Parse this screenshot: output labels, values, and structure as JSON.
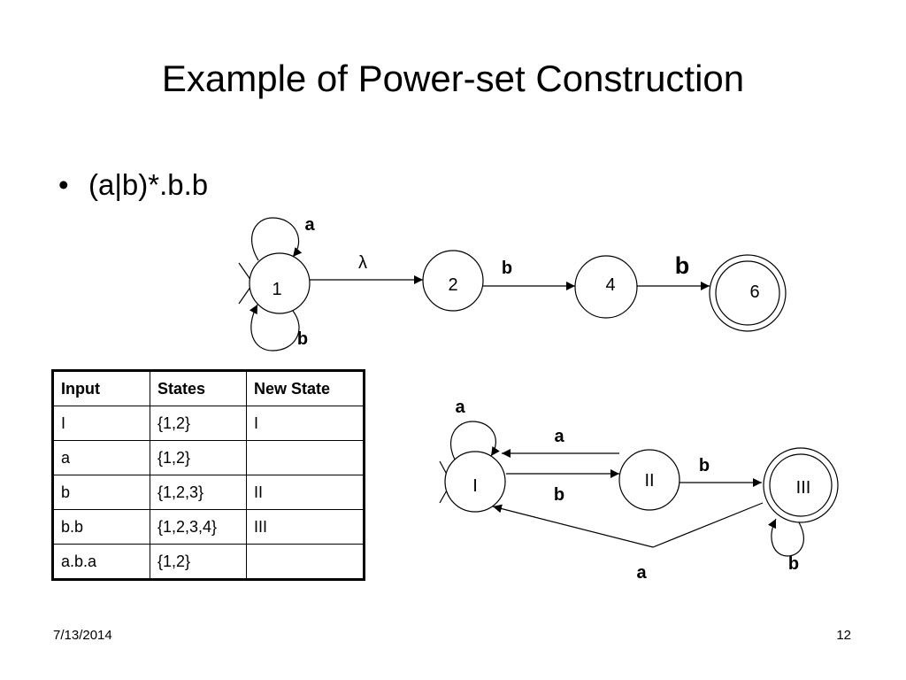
{
  "slide": {
    "title": "Example of Power-set Construction",
    "bullet": "(a|b)*.b.b",
    "footer_date": "7/13/2014",
    "page_number": "12"
  },
  "nfa": {
    "states": [
      "1",
      "2",
      "4",
      "6"
    ],
    "labels": {
      "loop_top": "a",
      "loop_bottom": "b",
      "t_1_2": "λ",
      "t_2_4": "b",
      "t_4_6": "b"
    }
  },
  "dfa": {
    "states": [
      "I",
      "II",
      "III"
    ],
    "labels": {
      "loop_I": "a",
      "II_to_I": "a",
      "I_to_II": "b",
      "II_to_III": "b",
      "III_to_I": "a",
      "loop_III": "b"
    }
  },
  "table": {
    "headers": [
      "Input",
      "States",
      "New State"
    ],
    "rows": [
      [
        "I",
        "{1,2}",
        "I"
      ],
      [
        "a",
        "{1,2}",
        ""
      ],
      [
        "b",
        "{1,2,3}",
        "II"
      ],
      [
        "b.b",
        "{1,2,3,4}",
        "III"
      ],
      [
        "a.b.a",
        "{1,2}",
        ""
      ]
    ]
  }
}
